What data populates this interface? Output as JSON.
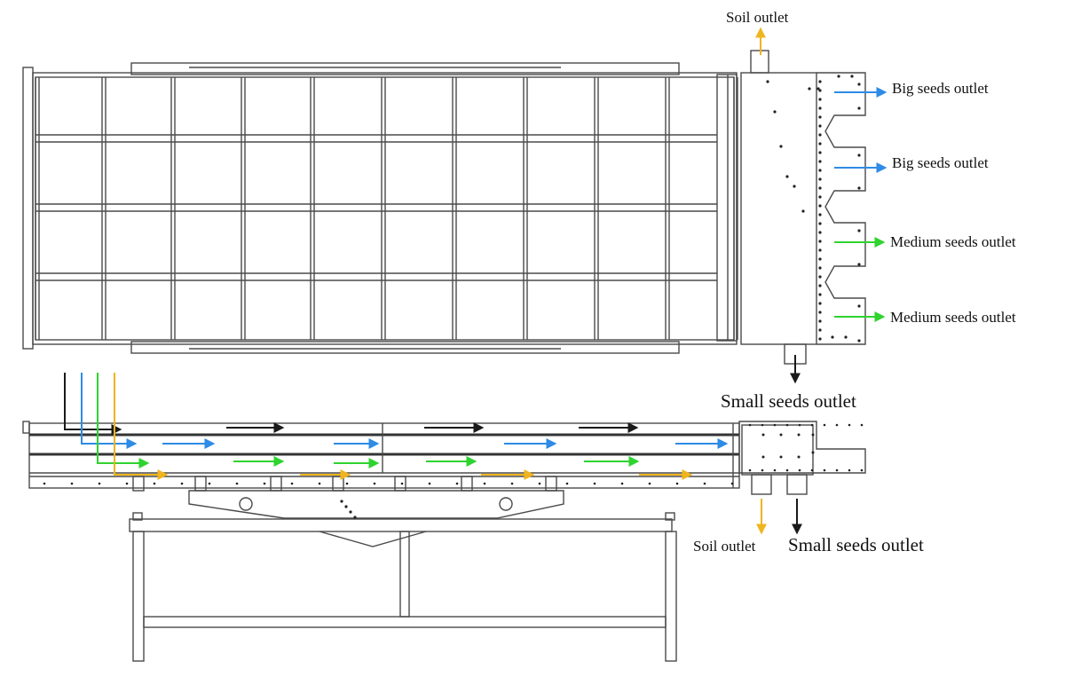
{
  "labels": {
    "soil_outlet_top": "Soil outlet",
    "big_seeds_outlet_1": "Big seeds outlet",
    "big_seeds_outlet_2": "Big seeds outlet",
    "medium_seeds_outlet_1": "Medium seeds outlet",
    "medium_seeds_outlet_2": "Medium seeds outlet",
    "small_seeds_outlet_top": "Small seeds outlet",
    "soil_outlet_bottom": "Soil outlet",
    "small_seeds_outlet_bottom": "Small seeds outlet"
  },
  "colors": {
    "line": "#4a4a4a",
    "soil_flow": "#f0b41e",
    "big_seeds_flow": "#2e8be6",
    "medium_seeds_flow": "#2fd32f",
    "small_seeds_flow": "#1a1a1a"
  }
}
